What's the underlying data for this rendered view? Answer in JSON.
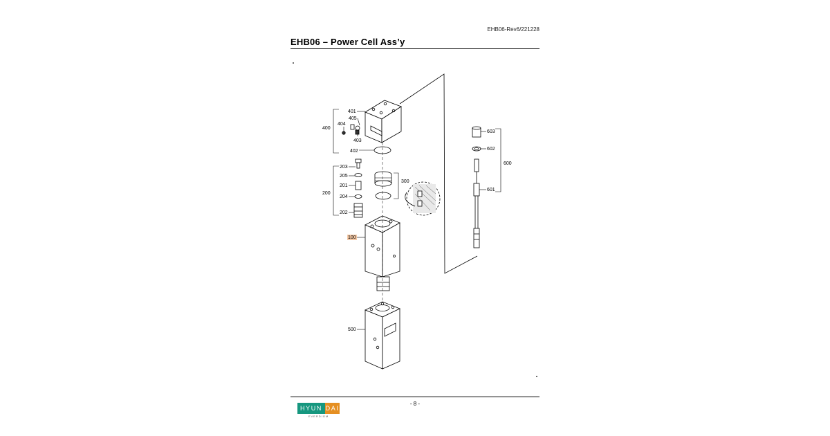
{
  "header": {
    "doc_ref": "EHB06-Rev6/221228",
    "title": "EHB06 – Power Cell Ass’y"
  },
  "diagram": {
    "labels": {
      "p100": "100",
      "p200": "200",
      "p201": "201",
      "p202": "202",
      "p203": "203",
      "p204": "204",
      "p205": "205",
      "p300": "300",
      "p400": "400",
      "p401": "401",
      "p402": "402",
      "p403": "403",
      "p404": "404",
      "p405": "405",
      "p500": "500",
      "p600": "600",
      "p601": "601",
      "p602": "602",
      "p603": "603"
    },
    "highlight_color": "#f5c9a6"
  },
  "footer": {
    "page_number": "- 8 -",
    "logo_left": "HYUN",
    "logo_right": "DAI",
    "logo_sub": "EVERDIGM"
  }
}
